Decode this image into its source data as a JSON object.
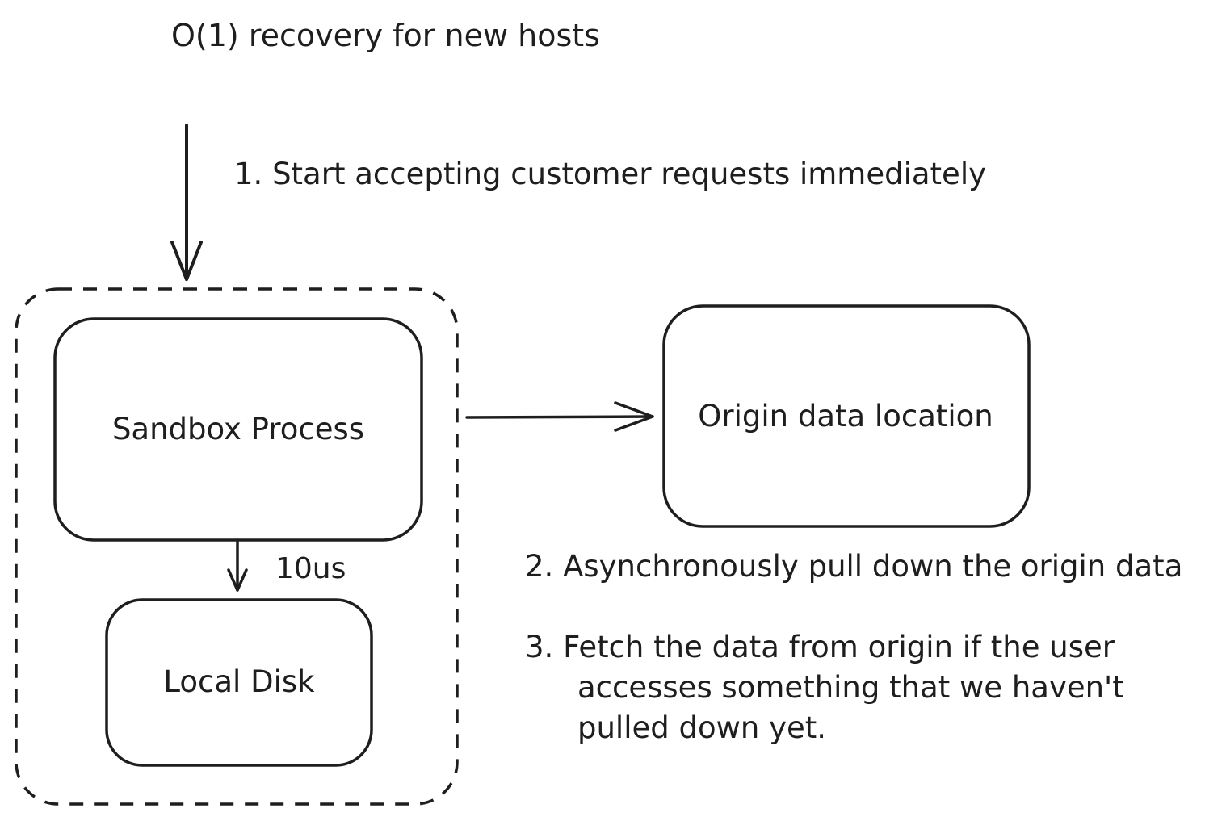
{
  "title": "O(1) recovery for new hosts",
  "steps": {
    "step1": "1. Start accepting customer requests immediately",
    "step2": "2. Asynchronously pull down the origin data",
    "step3": {
      "line1": "3. Fetch the data from origin if the user",
      "line2": "accesses something that we haven't",
      "line3": "pulled down yet."
    }
  },
  "nodes": {
    "sandbox": "Sandbox Process",
    "disk": "Local Disk",
    "origin": "Origin data location"
  },
  "edges": {
    "sandbox_to_disk_latency": "10us"
  },
  "colors": {
    "stroke": "#1e1e1e",
    "background": "#ffffff"
  }
}
